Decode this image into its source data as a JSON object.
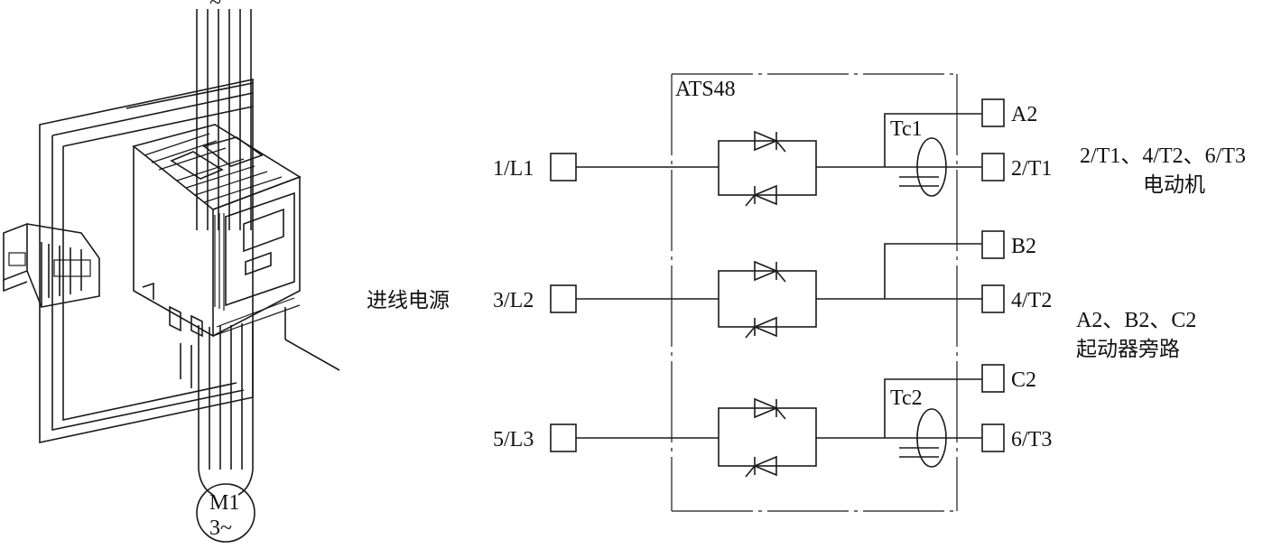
{
  "pictorial": {
    "supply_mark": "~",
    "motor_name": "M1",
    "motor_phase": "3~"
  },
  "schematic": {
    "device_name": "ATS48",
    "inputs": [
      "1/L1",
      "3/L2",
      "5/L3"
    ],
    "outputs": [
      "2/T1",
      "4/T2",
      "6/T3"
    ],
    "bypass_terminals": [
      "A2",
      "B2",
      "C2"
    ],
    "current_transformers": [
      "Tc1",
      "Tc2"
    ],
    "incoming_power_label": "进线电源",
    "motor_note_line1": "2/T1、4/T2、6/T3",
    "motor_note_line2": "电动机",
    "bypass_note_line1": "A2、B2、C2",
    "bypass_note_line2": "起动器旁路"
  }
}
